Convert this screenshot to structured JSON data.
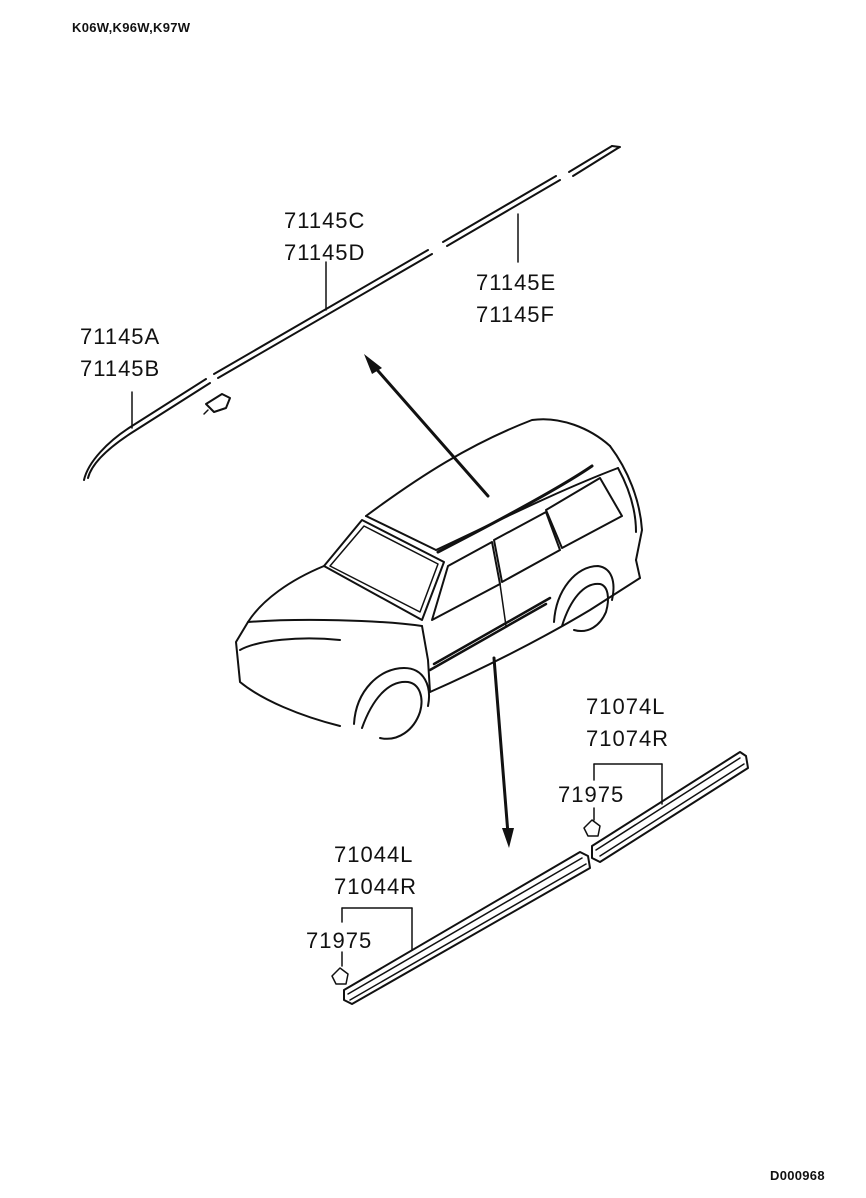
{
  "header": {
    "model_codes": "K06W,K96W,K97W"
  },
  "footer": {
    "diagram_id": "D000968"
  },
  "labels": {
    "roof_front_a": "71145A",
    "roof_front_b": "71145B",
    "roof_mid_c": "71145C",
    "roof_mid_d": "71145D",
    "roof_rear_e": "71145E",
    "roof_rear_f": "71145F",
    "rear_side_l": "71074L",
    "rear_side_r": "71074R",
    "rear_clip": "71975",
    "front_side_l": "71044L",
    "front_side_r": "71044R",
    "front_clip": "71975"
  }
}
